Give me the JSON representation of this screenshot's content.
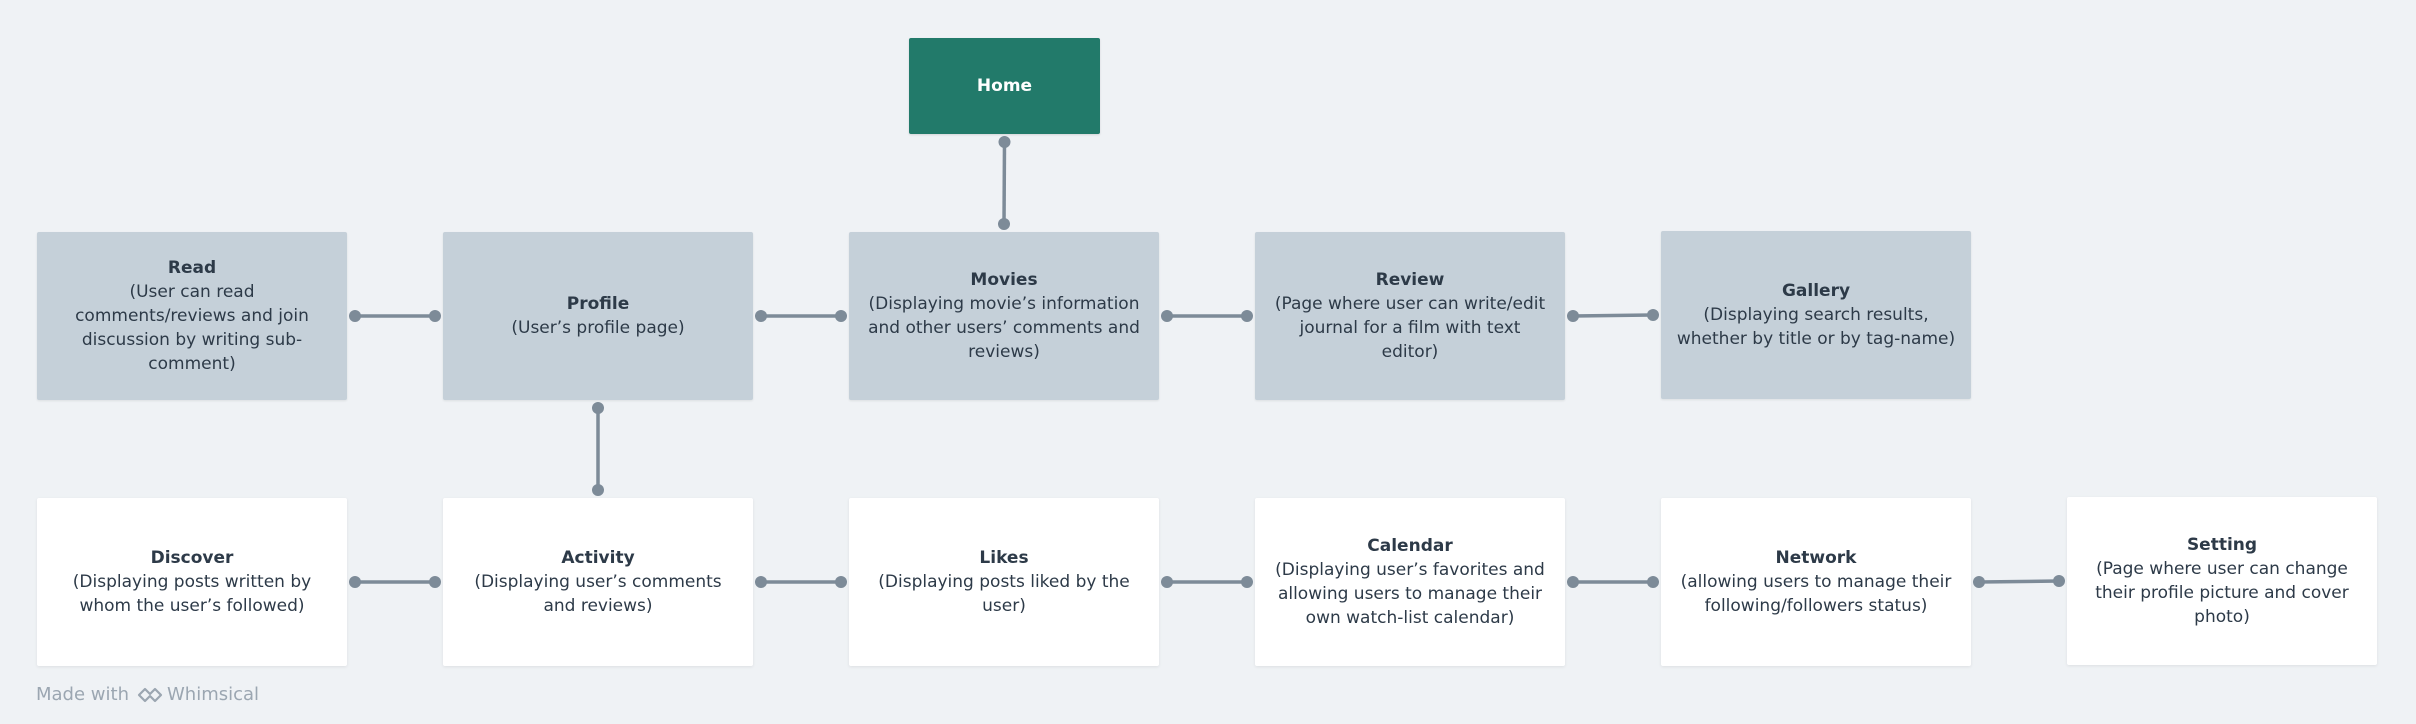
{
  "colors": {
    "background": "#eff2f5",
    "primary": "#227a6a",
    "secondary": "#c5d0d9",
    "leaf": "#ffffff",
    "connector": "#7d8b98"
  },
  "nodes": {
    "home": {
      "title": "Home"
    },
    "read": {
      "title": "Read",
      "desc": "(User can read comments/reviews and join discussion by writing sub-comment)"
    },
    "profile": {
      "title": "Profile",
      "desc": "(User’s profile page)"
    },
    "movies": {
      "title": "Movies",
      "desc": "(Displaying movie’s information and other users’ comments and reviews)"
    },
    "review": {
      "title": "Review",
      "desc": "(Page where user can write/edit journal for a film with text editor)"
    },
    "gallery": {
      "title": "Gallery",
      "desc": "(Displaying search results, whether by title or by tag-name)"
    },
    "discover": {
      "title": "Discover",
      "desc": "(Displaying posts written by whom the user’s followed)"
    },
    "activity": {
      "title": "Activity",
      "desc": "(Displaying user’s comments and reviews)"
    },
    "likes": {
      "title": "Likes",
      "desc": "(Displaying posts liked by the user)"
    },
    "calendar": {
      "title": "Calendar",
      "desc": "(Displaying user’s favorites and allowing users to manage their own watch-list calendar)"
    },
    "network": {
      "title": "Network",
      "desc": "(allowing users to manage their following/followers status)"
    },
    "setting": {
      "title": "Setting",
      "desc": "(Page where user can change their profile picture and cover photo)"
    }
  },
  "edges": [
    [
      "home",
      "movies"
    ],
    [
      "read",
      "profile"
    ],
    [
      "profile",
      "movies"
    ],
    [
      "movies",
      "review"
    ],
    [
      "review",
      "gallery"
    ],
    [
      "profile",
      "activity"
    ],
    [
      "discover",
      "activity"
    ],
    [
      "activity",
      "likes"
    ],
    [
      "likes",
      "calendar"
    ],
    [
      "calendar",
      "network"
    ],
    [
      "network",
      "setting"
    ]
  ],
  "footer": {
    "made_with": "Made with",
    "brand": "Whimsical",
    "brand_icon": "whimsical-logo-icon"
  }
}
